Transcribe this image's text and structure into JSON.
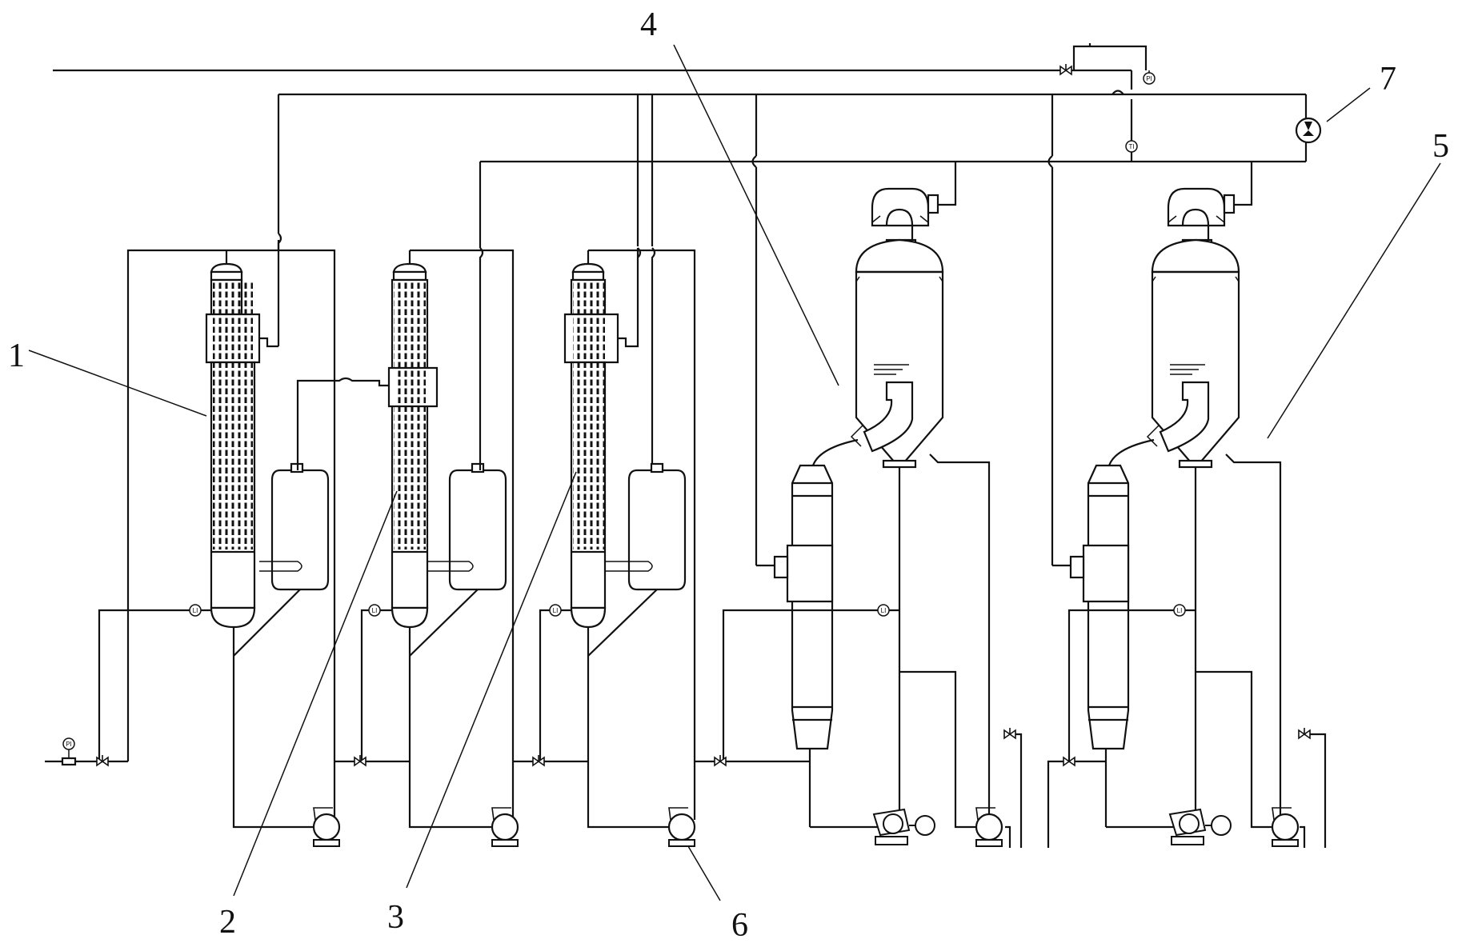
{
  "labels": {
    "l1": "1",
    "l2": "2",
    "l3": "3",
    "l4": "4",
    "l5": "5",
    "l6": "6",
    "l7": "7"
  },
  "instruments": {
    "pi_top": "PI",
    "ti_top": "TI",
    "pi_feed": "PI",
    "li_1": "LI",
    "li_2": "LI",
    "li_3": "LI",
    "li_4": "LI",
    "li_5": "LI"
  }
}
